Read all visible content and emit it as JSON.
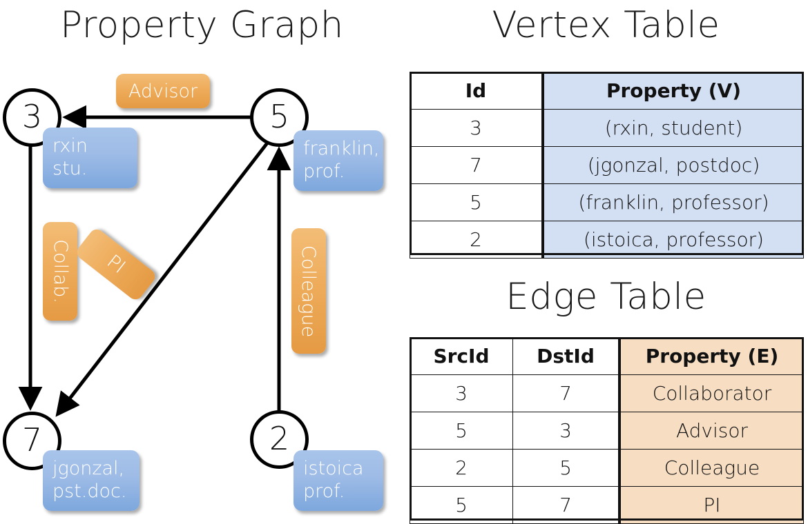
{
  "panels": {
    "graph_title": "Property Graph",
    "vertex_title": "Vertex Table",
    "edge_title": "Edge Table"
  },
  "graph": {
    "nodes": [
      {
        "id": "3",
        "property_lines": [
          "rxin",
          "stu."
        ]
      },
      {
        "id": "5",
        "property_lines": [
          "franklin,",
          "prof."
        ]
      },
      {
        "id": "7",
        "property_lines": [
          "jgonzal,",
          "pst.doc."
        ]
      },
      {
        "id": "2",
        "property_lines": [
          "istoica",
          "prof."
        ]
      }
    ],
    "edge_labels": [
      {
        "name": "advisor-label",
        "text": "Advisor"
      },
      {
        "name": "collab-label",
        "text": "Collab."
      },
      {
        "name": "pi-label",
        "text": "PI"
      },
      {
        "name": "colleague-label",
        "text": "Colleague"
      }
    ]
  },
  "vertex_table": {
    "headers": [
      "Id",
      "Property (V)"
    ],
    "rows": [
      {
        "id": "3",
        "property": "(rxin, student)"
      },
      {
        "id": "7",
        "property": "(jgonzal, postdoc)"
      },
      {
        "id": "5",
        "property": "(franklin, professor)"
      },
      {
        "id": "2",
        "property": "(istoica, professor)"
      }
    ]
  },
  "edge_table": {
    "headers": [
      "SrcId",
      "DstId",
      "Property (E)"
    ],
    "rows": [
      {
        "src": "3",
        "dst": "7",
        "property": "Collaborator"
      },
      {
        "src": "5",
        "dst": "3",
        "property": "Advisor"
      },
      {
        "src": "2",
        "dst": "5",
        "property": "Colleague"
      },
      {
        "src": "5",
        "dst": "7",
        "property": "PI"
      }
    ]
  },
  "colors": {
    "vertex_property_fill": "#d3dff2",
    "edge_property_fill": "#f7dec3",
    "node_box_blue": "#9dbbe6",
    "label_box_orange": "#eeac5b",
    "stroke": "#111111",
    "background": "#ffffff"
  }
}
